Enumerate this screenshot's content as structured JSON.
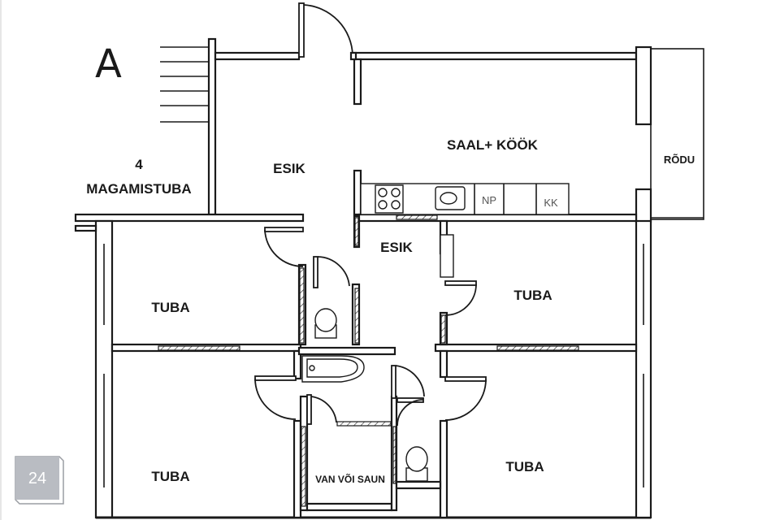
{
  "plan": {
    "block_letter": "A",
    "room_count": "4",
    "room_count_label": "MAGAMISTUBA",
    "page_number": "24",
    "rooms": {
      "living_kitchen": "SAAL+ KÖÖK",
      "hall_upper": "ESIK",
      "hall_central": "ESIK",
      "balcony": "RÕDU",
      "room_top_left": "TUBA",
      "room_top_right": "TUBA",
      "room_bottom_left": "TUBA",
      "room_bottom_right": "TUBA",
      "bath_sauna": "VAN VÕI SAUN"
    },
    "appliances": {
      "dishwasher": "NP",
      "fridge": "KK"
    },
    "colors": {
      "ink": "#1a1a1a",
      "badge": "#b9bcc2"
    }
  }
}
